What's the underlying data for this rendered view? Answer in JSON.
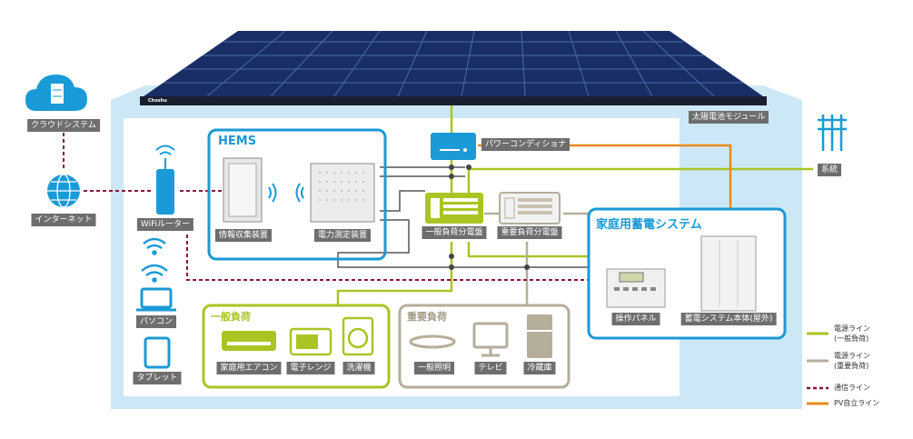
{
  "nodes": {
    "solar": {
      "label": "太陽電池モジュール",
      "brand": "Choshu"
    },
    "pcs": {
      "label": "パワーコンディショナ"
    },
    "grid": {
      "label": "系統"
    },
    "cloud": {
      "label": "クラウドシステム"
    },
    "internet": {
      "label": "インターネット"
    },
    "router": {
      "label": "WiFiルーター"
    },
    "pc": {
      "label": "パソコン"
    },
    "tablet": {
      "label": "タブレット"
    },
    "hems": {
      "title": "HEMS",
      "collector": "情報収集装置",
      "meter": "電力測定装置"
    },
    "general_board": {
      "label": "一般負荷分電盤"
    },
    "important_board": {
      "label": "重要負荷分電盤"
    },
    "storage": {
      "title": "家庭用蓄電システム",
      "panel": "操作パネル",
      "unit": "蓄電システム本体(屋外)"
    },
    "general_load": {
      "title": "一般負荷",
      "items": [
        "家庭用エアコン",
        "電子レンジ",
        "洗濯機"
      ]
    },
    "important_load": {
      "title": "重要負荷",
      "items": [
        "一般照明",
        "テレビ",
        "冷蔵庫"
      ]
    }
  },
  "legend": [
    {
      "label": "電源ライン\n(一般負荷)",
      "color": "#a9c523",
      "style": "solid"
    },
    {
      "label": "電源ライン\n(重要負荷)",
      "color": "#b5ae9a",
      "style": "solid"
    },
    {
      "label": "通信ライン",
      "color": "#8a1538",
      "style": "dashed"
    },
    {
      "label": "PV自立ライン",
      "color": "#e88a1a",
      "style": "solid"
    }
  ],
  "colors": {
    "house": "#cce8f6",
    "accent_blue": "#1a9ad6",
    "general_green": "#a9c523",
    "important_gray": "#b5ae9a",
    "comm": "#8a1538",
    "pv": "#e88a1a",
    "panel": "#1a2e66"
  }
}
